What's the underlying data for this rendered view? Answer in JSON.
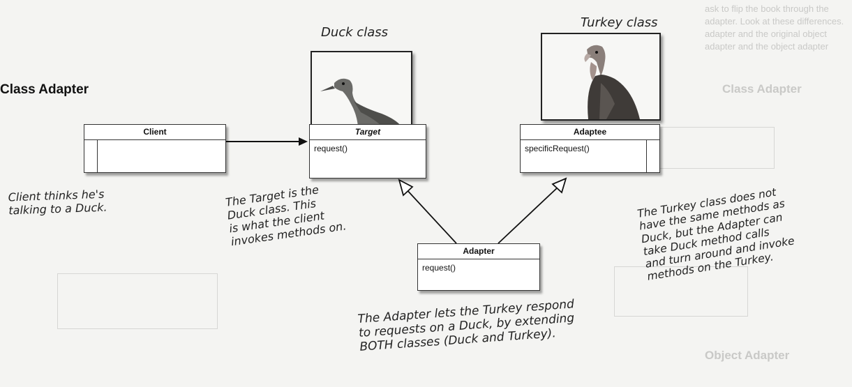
{
  "background_page": {
    "top_text": "ask to flip the book through the adapter. Look at these differences. adapter and the original object adapter and the object adapter",
    "heading_class": "Class Adapter",
    "heading_object": "Object Adapter"
  },
  "heading": "Class Adapter",
  "photos": {
    "duck_label": "Duck class",
    "turkey_label": "Turkey class"
  },
  "classes": {
    "client": {
      "name": "Client"
    },
    "target": {
      "name": "Target",
      "method": "request()"
    },
    "adaptee": {
      "name": "Adaptee",
      "method": "specificRequest()"
    },
    "adapter": {
      "name": "Adapter",
      "method": "request()"
    }
  },
  "notes": {
    "client_note": "Client thinks he's\ntalking to a Duck.",
    "target_note": "The Target is the\nDuck class. This\nis what the client\ninvokes methods on.",
    "turkey_note": "The Turkey class does not\nhave the same methods as\nDuck, but the Adapter can\ntake Duck method calls\nand turn around and invoke\nmethods on the Turkey.",
    "adapter_note": "The Adapter lets the Turkey respond\nto requests on a Duck, by extending\nBOTH classes (Duck and Turkey)."
  }
}
